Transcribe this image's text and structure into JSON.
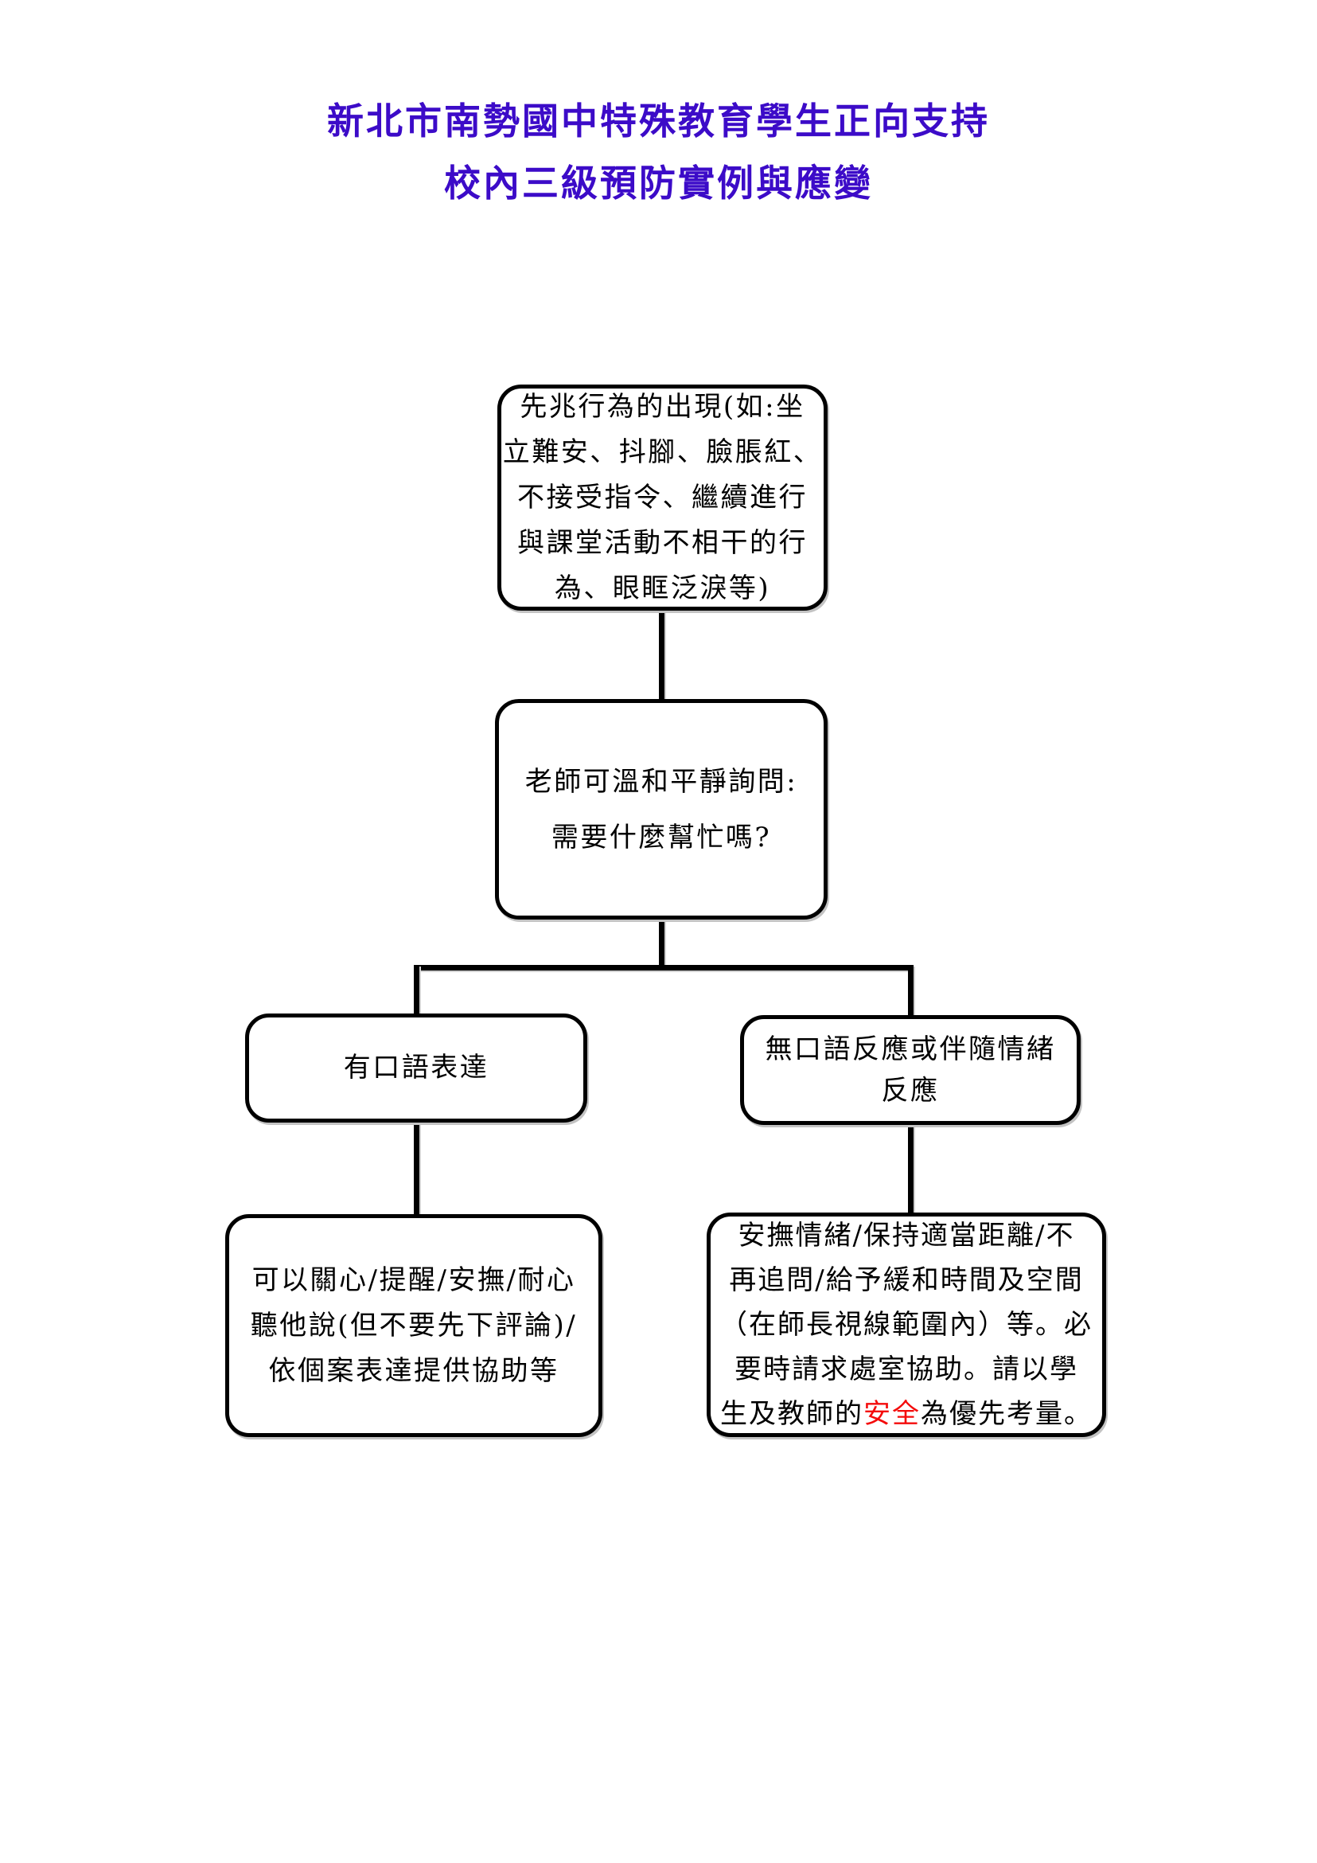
{
  "theme": {
    "title_color": "#3C0BC8",
    "highlight_color": "#F40B0B",
    "line_color": "#000000",
    "page_background": "#FFFFFF"
  },
  "title": {
    "line1": "新北市南勢國中特殊教育學生正向支持",
    "line2": "校內三級預防實例與應變"
  },
  "flowchart": {
    "warning_signs": {
      "lines": [
        "先兆行為的出現(如:坐",
        "立難安、抖腳、臉脹紅、",
        "不接受指令、繼續進行",
        "與課堂活動不相干的行",
        "為、眼眶泛淚等)"
      ]
    },
    "teacher_ask": {
      "lines": [
        "老師可溫和平靜詢問:",
        "需要什麼幫忙嗎?"
      ]
    },
    "verbal": {
      "lines": [
        "有口語表達"
      ]
    },
    "nonverbal": {
      "lines": [
        "無口語反應或伴隨情緒",
        "反應"
      ]
    },
    "verbal_response": {
      "lines": [
        "可以關心/提醒/安撫/耐心",
        "聽他說(但不要先下評論)/",
        "依個案表達提供協助等"
      ]
    },
    "nonverbal_response": {
      "lines": [
        "安撫情緒/保持適當距離/不",
        "再追問/給予緩和時間及空間",
        "（在師長視線範圍內）等。必",
        "要時請求處室協助。請以學"
      ],
      "last_line": {
        "prefix": "生及教師的",
        "highlight": "安全",
        "suffix": "為優先考量。"
      }
    }
  }
}
